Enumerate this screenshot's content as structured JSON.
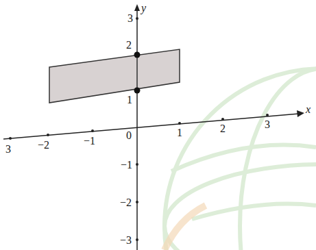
{
  "diagram": {
    "labels": [
      "y",
      "3",
      "2",
      "1",
      "0",
      "−1",
      "−2",
      "−3",
      "3",
      "−2",
      "−1",
      "1",
      "2",
      "3",
      "x"
    ]
  }
}
